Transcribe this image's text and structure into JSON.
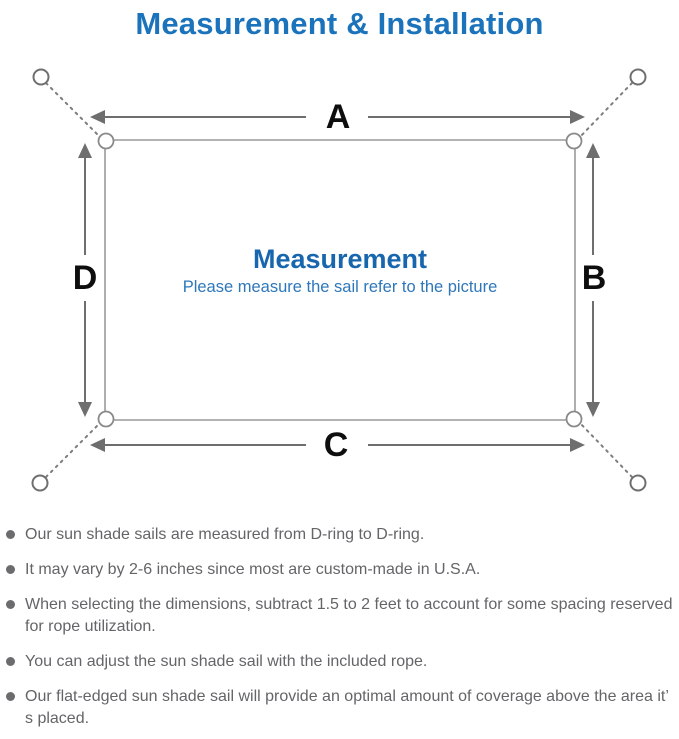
{
  "page": {
    "title": "Measurement & Installation",
    "title_color": "#1a73bb",
    "background_color": "#ffffff"
  },
  "diagram": {
    "labels": {
      "top": "A",
      "right": "B",
      "bottom": "C",
      "left": "D"
    },
    "center": {
      "heading": "Measurement",
      "subtitle": "Please measure the sail refer to the picture"
    },
    "colors": {
      "line_gray": "#9a9a9a",
      "arrow_gray": "#6e6e6e",
      "label_black": "#0e0e0e",
      "heading_blue": "#1766ae",
      "subtitle_blue": "#2e77bb"
    },
    "icons": [
      "anchor-ring-icon",
      "d-ring-icon",
      "double-arrow-icon",
      "dashed-guy-line"
    ]
  },
  "notes": {
    "bullet_color": "#6a6c6e",
    "text_color": "#636567",
    "items": [
      {
        "text": "Our sun shade sails are measured from D-ring to D-ring."
      },
      {
        "text": "It may vary by 2-6 inches since most are custom-made in U.S.A."
      },
      {
        "text": "When selecting the dimensions, subtract 1.5 to 2 feet to account for some spacing reserved for rope utilization."
      },
      {
        "text": "You can adjust the sun shade sail with the included rope."
      },
      {
        "text": "Our flat-edged sun shade sail will provide an optimal amount of coverage above the area it’ s placed."
      }
    ]
  }
}
